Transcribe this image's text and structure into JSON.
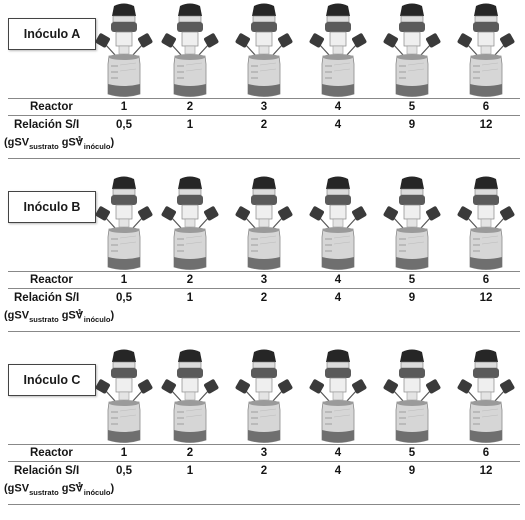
{
  "panels": [
    {
      "inoculum_label": "Inóculo A"
    },
    {
      "inoculum_label": "Inóculo B"
    },
    {
      "inoculum_label": "Inóculo C"
    }
  ],
  "row_labels": {
    "reactor": "Reactor",
    "ratio": "Relación S/I",
    "units_open": "(gSV",
    "units_sub1": "sustrato",
    "units_mid": " gSV",
    "units_sup": "-1",
    "units_sub2": "inóculo",
    "units_close": ")"
  },
  "reactors": [
    "1",
    "2",
    "3",
    "4",
    "5",
    "6"
  ],
  "ratios": [
    "0,5",
    "1",
    "2",
    "4",
    "9",
    "12"
  ],
  "colors": {
    "cap": "#262626",
    "collar": "#5a5a5a",
    "glass": "#d6d6d6",
    "liquid": "#6f6f6f",
    "rule": "#888888"
  }
}
